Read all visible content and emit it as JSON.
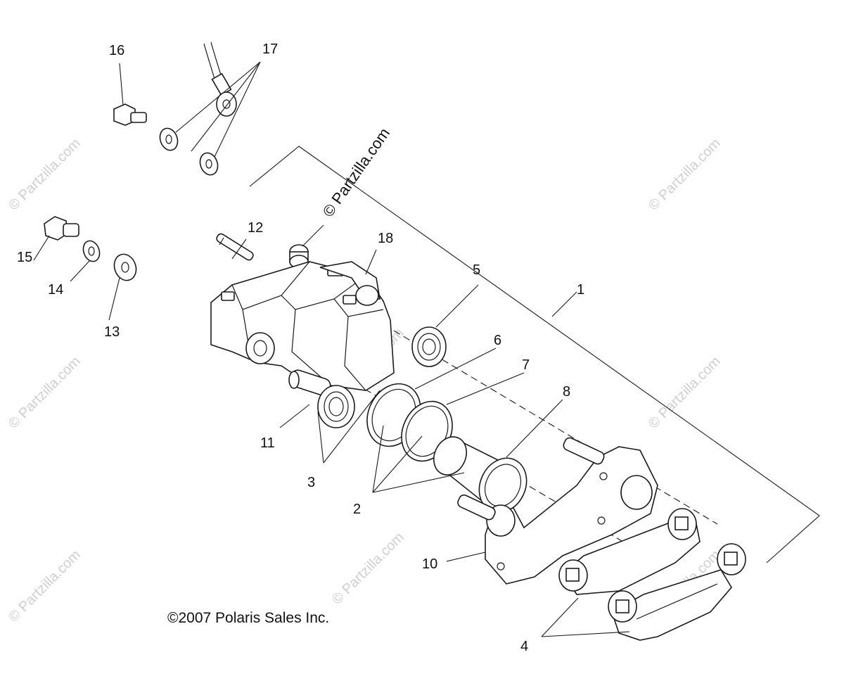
{
  "diagram": {
    "callouts": {
      "c1": "1",
      "c2": "2",
      "c3": "3",
      "c4": "4",
      "c5": "5",
      "c6": "6",
      "c7": "7",
      "c8": "8",
      "c10": "10",
      "c11": "11",
      "c12": "12",
      "c13": "13",
      "c14": "14",
      "c15": "15",
      "c16": "16",
      "c17": "17",
      "c18": "18"
    },
    "copyright": "©2007 Polaris Sales Inc.",
    "watermark_main": "© Partzilla.com",
    "watermark_faint": "© Partzilla.com"
  }
}
